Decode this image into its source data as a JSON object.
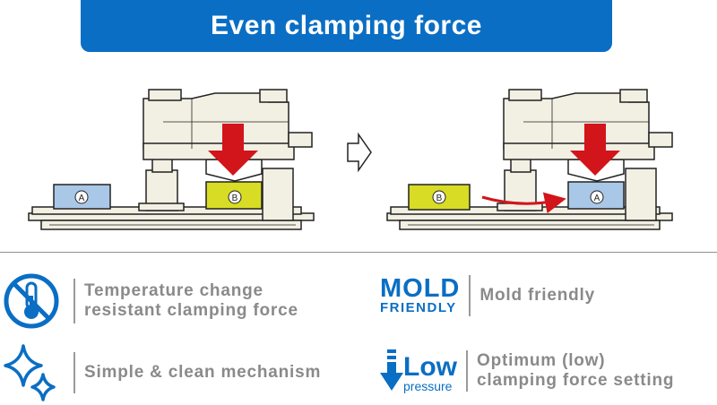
{
  "header": {
    "title": "Even clamping force"
  },
  "diagram": {
    "label_a": "A",
    "label_b": "B"
  },
  "colors": {
    "brand_blue": "#0a6ec4",
    "machine_beige": "#f2efe3",
    "arrow_red": "#d2141b",
    "mold_blue": "#a9c8e8",
    "mold_yellow": "#d8dc24",
    "feature_text": "#8a8a8a"
  },
  "features": [
    {
      "icon": "no-temperature-icon",
      "lines": [
        "Temperature change",
        "resistant clamping force"
      ]
    },
    {
      "icon": "mold-friendly-logo",
      "logo_lines": [
        "MOLD",
        "FRIENDLY"
      ],
      "lines": [
        "Mold friendly"
      ]
    },
    {
      "icon": "sparkle-icon",
      "lines": [
        "Simple & clean mechanism"
      ]
    },
    {
      "icon": "low-pressure-logo",
      "logo_lines": [
        "Low",
        "pressure"
      ],
      "lines": [
        "Optimum (low)",
        "clamping force setting"
      ]
    }
  ]
}
